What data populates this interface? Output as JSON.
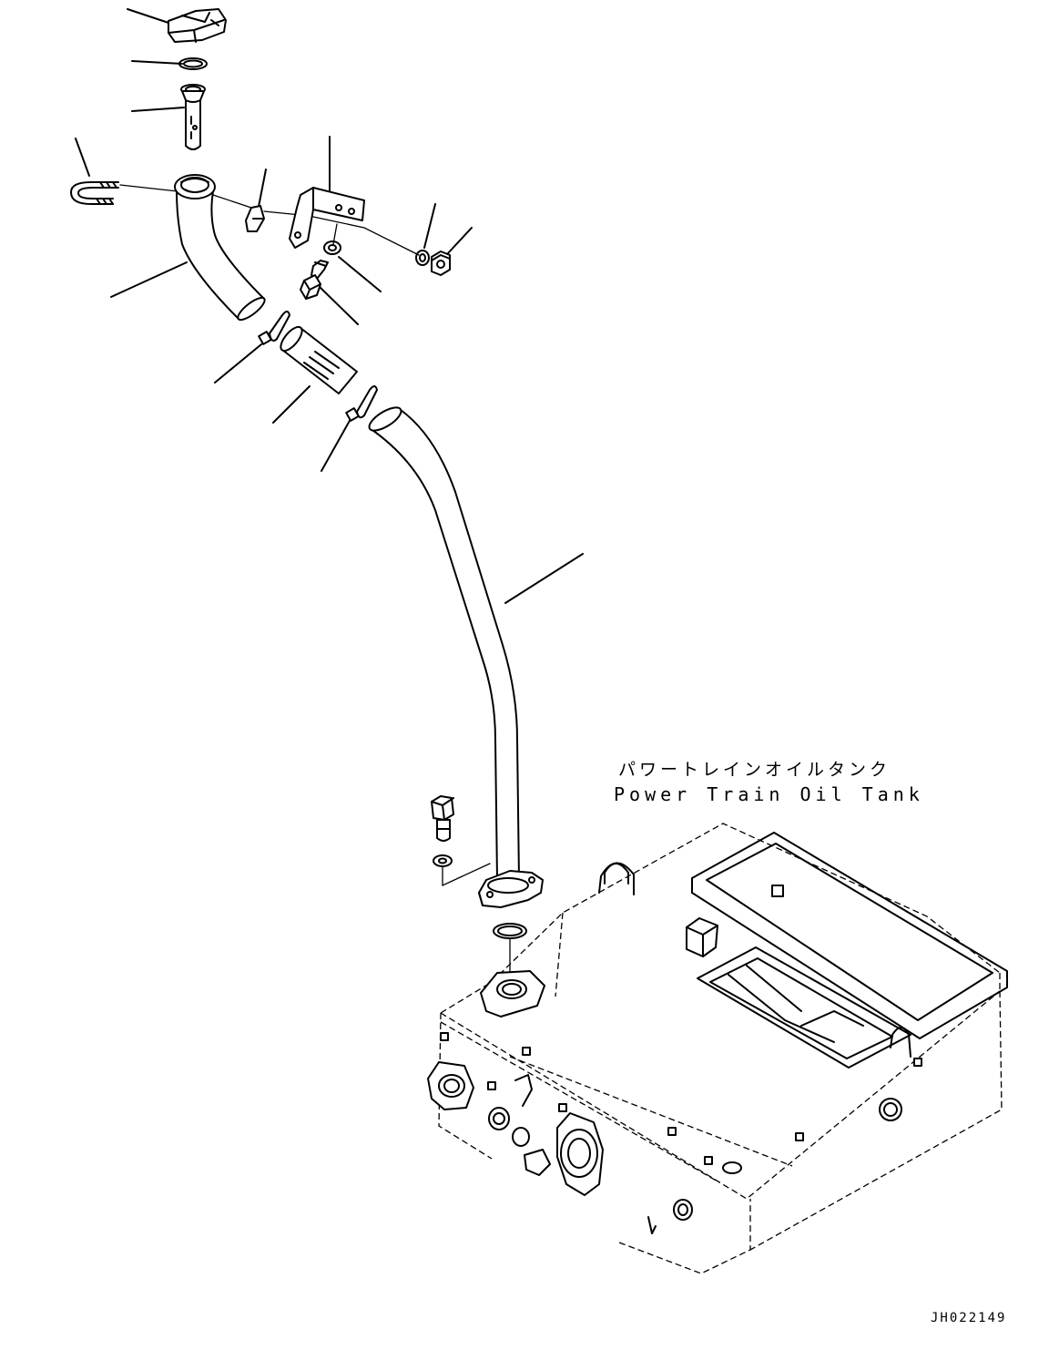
{
  "diagram": {
    "component_label_jp": "パワートレインオイルタンク",
    "component_label_en": "Power Train Oil Tank",
    "drawing_code": "JH022149"
  }
}
